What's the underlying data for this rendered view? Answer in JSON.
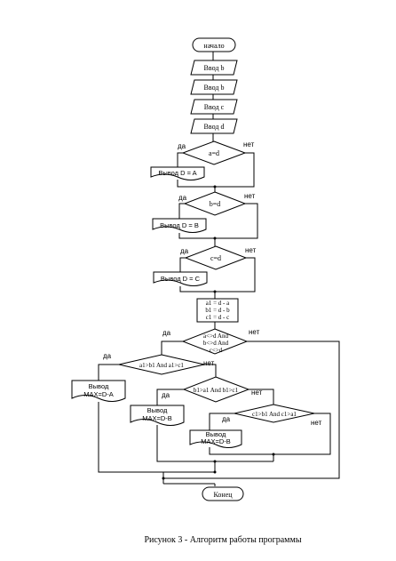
{
  "nodes": {
    "start": "начало",
    "input_b1": "Ввод b",
    "input_b2": "Ввод b",
    "input_c": "Ввод c",
    "input_d": "Ввод d",
    "cond_a_d": "a=d",
    "out_D_A": "Вывод  D = A",
    "cond_b_d": "b=d",
    "out_D_B": "Вывод  D = B",
    "cond_c_d": "c=d",
    "out_D_C": "Вывод  D = C",
    "calc": [
      "a1 = d - a",
      "b1 = d - b",
      "c1 = d - c"
    ],
    "cond_all": [
      "a<>d And",
      "b<>d And",
      "c<>d"
    ],
    "cond_a1": "a1>b1 And a1>c1",
    "out_max_a": [
      "Вывод",
      "MAX=D-A"
    ],
    "cond_b1": "b1>a1 And b1>c1",
    "out_max_b1": [
      "Вывод",
      "MAX=D-B"
    ],
    "cond_c1": "c1>b1 And c1>a1",
    "out_max_b2": [
      "Вывод",
      "MAX=D-B"
    ],
    "end": "Конец"
  },
  "branch_labels": {
    "yes": "да",
    "no": "нет"
  },
  "caption": "Рисунок 3  - Алгоритм работы программы"
}
